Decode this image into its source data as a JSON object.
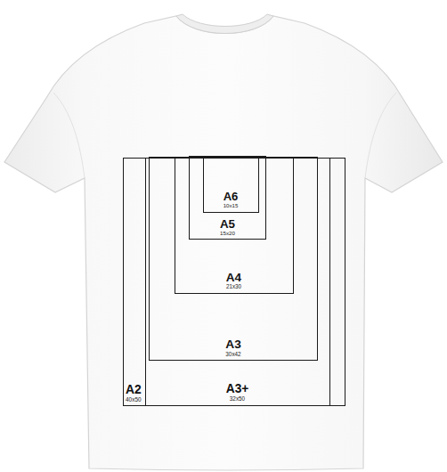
{
  "diagram": {
    "nodes": [
      {
        "text": [
          "A2",
          "40x50"
        ]
      },
      {
        "text": [
          "A3+",
          "32x50"
        ],
        "in": 0
      },
      {
        "text": [
          "A3",
          "30x42"
        ],
        "in": 1
      },
      {
        "text": [
          "A4",
          "21x30"
        ],
        "in": 2
      },
      {
        "text": [
          "A5",
          "15x20"
        ],
        "in": 3
      },
      {
        "text": [
          "A6",
          "10x15"
        ],
        "in": 4
      }
    ]
  }
}
